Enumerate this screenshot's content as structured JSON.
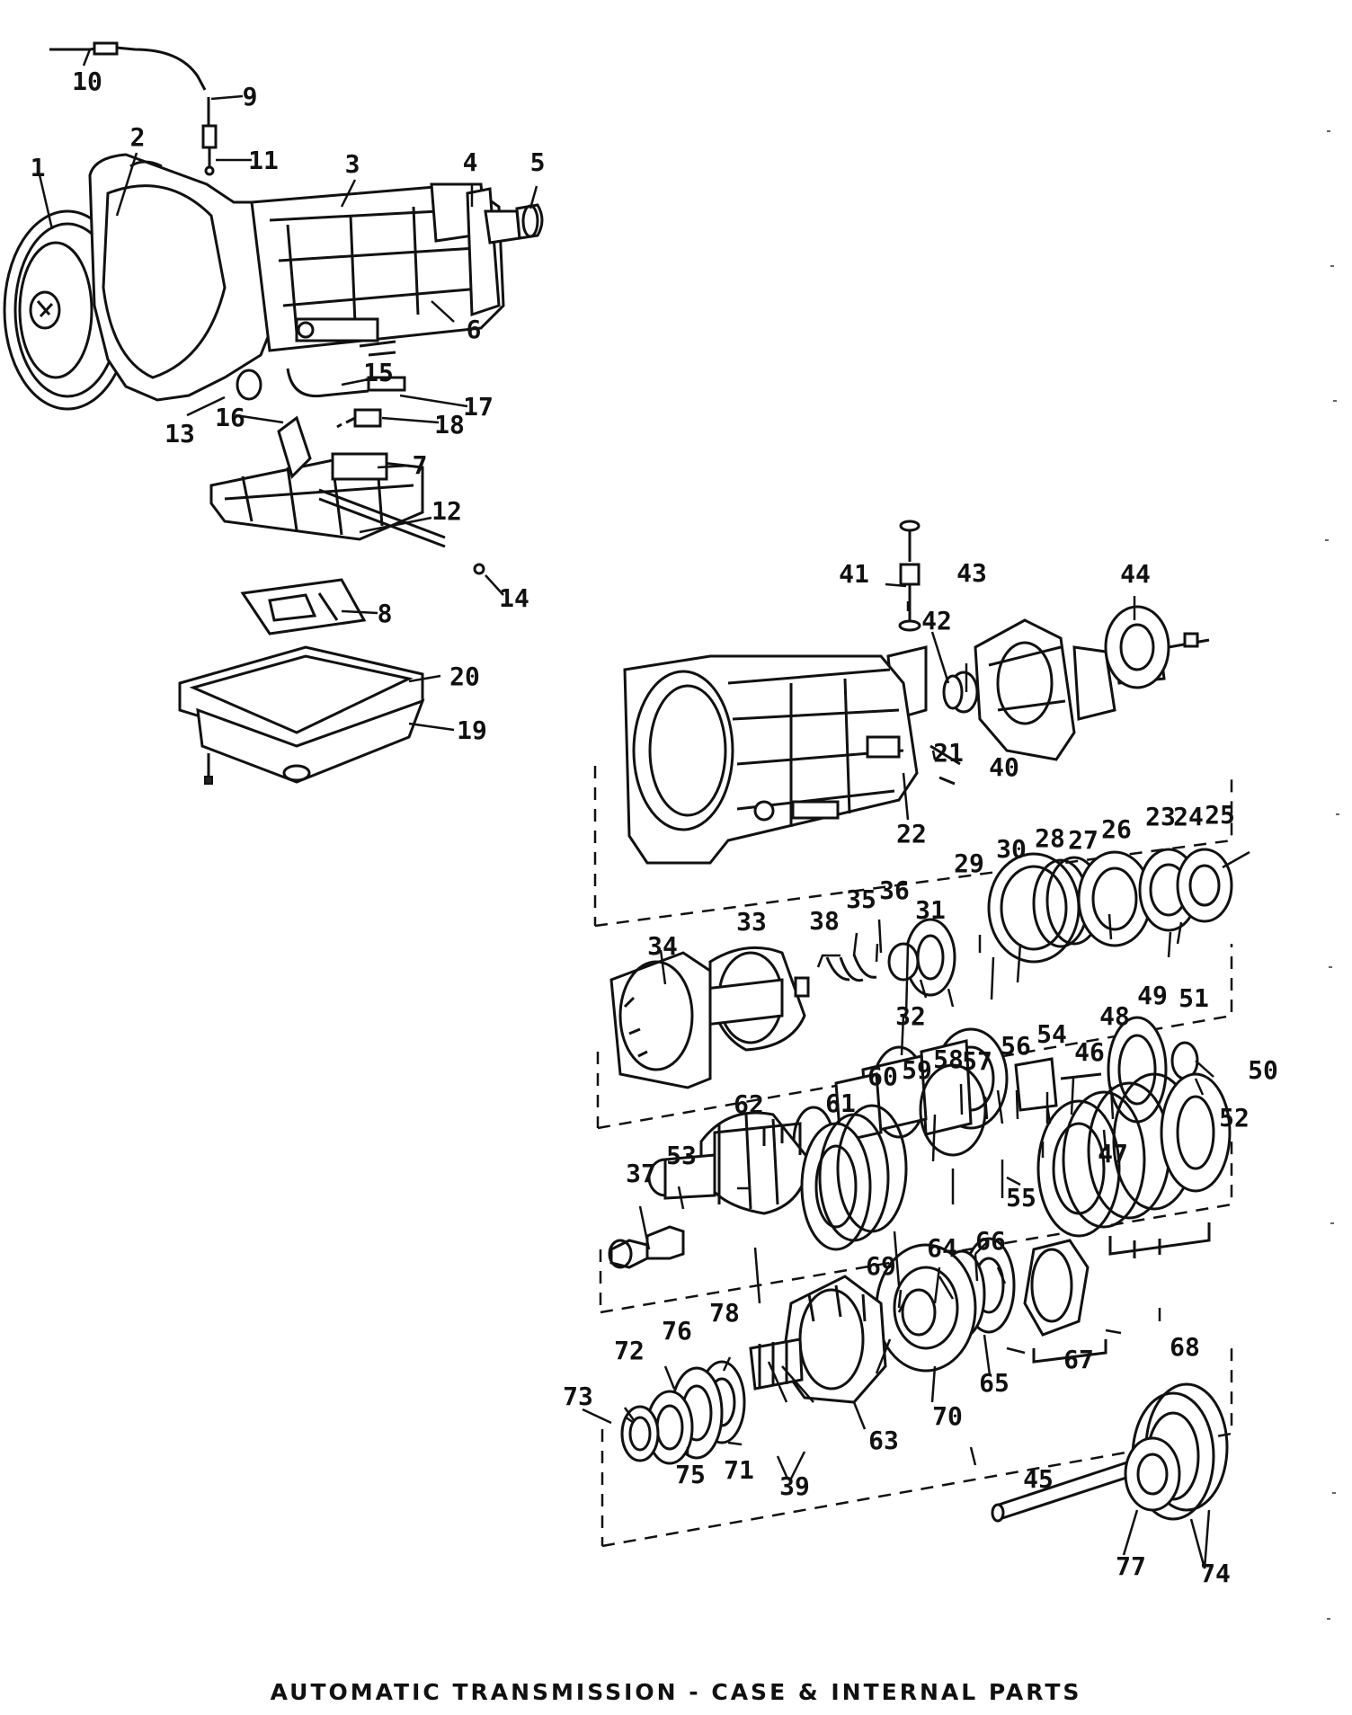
{
  "title": "AUTOMATIC TRANSMISSION - CASE & INTERNAL PARTS",
  "callouts": [
    "1",
    "2",
    "3",
    "4",
    "5",
    "6",
    "7",
    "8",
    "9",
    "10",
    "11",
    "12",
    "13",
    "14",
    "15",
    "16",
    "17",
    "18",
    "19",
    "20",
    "21",
    "22",
    "23",
    "24",
    "25",
    "26",
    "27",
    "28",
    "29",
    "30",
    "31",
    "32",
    "33",
    "34",
    "35",
    "36",
    "37",
    "38",
    "39",
    "40",
    "41",
    "42",
    "43",
    "44",
    "45",
    "46",
    "47",
    "48",
    "49",
    "50",
    "51",
    "52",
    "53",
    "54",
    "55",
    "56",
    "57",
    "58",
    "59",
    "60",
    "61",
    "62",
    "63",
    "64",
    "65",
    "66",
    "67",
    "68",
    "69",
    "70",
    "71",
    "72",
    "73",
    "74",
    "75",
    "76",
    "77",
    "78"
  ]
}
